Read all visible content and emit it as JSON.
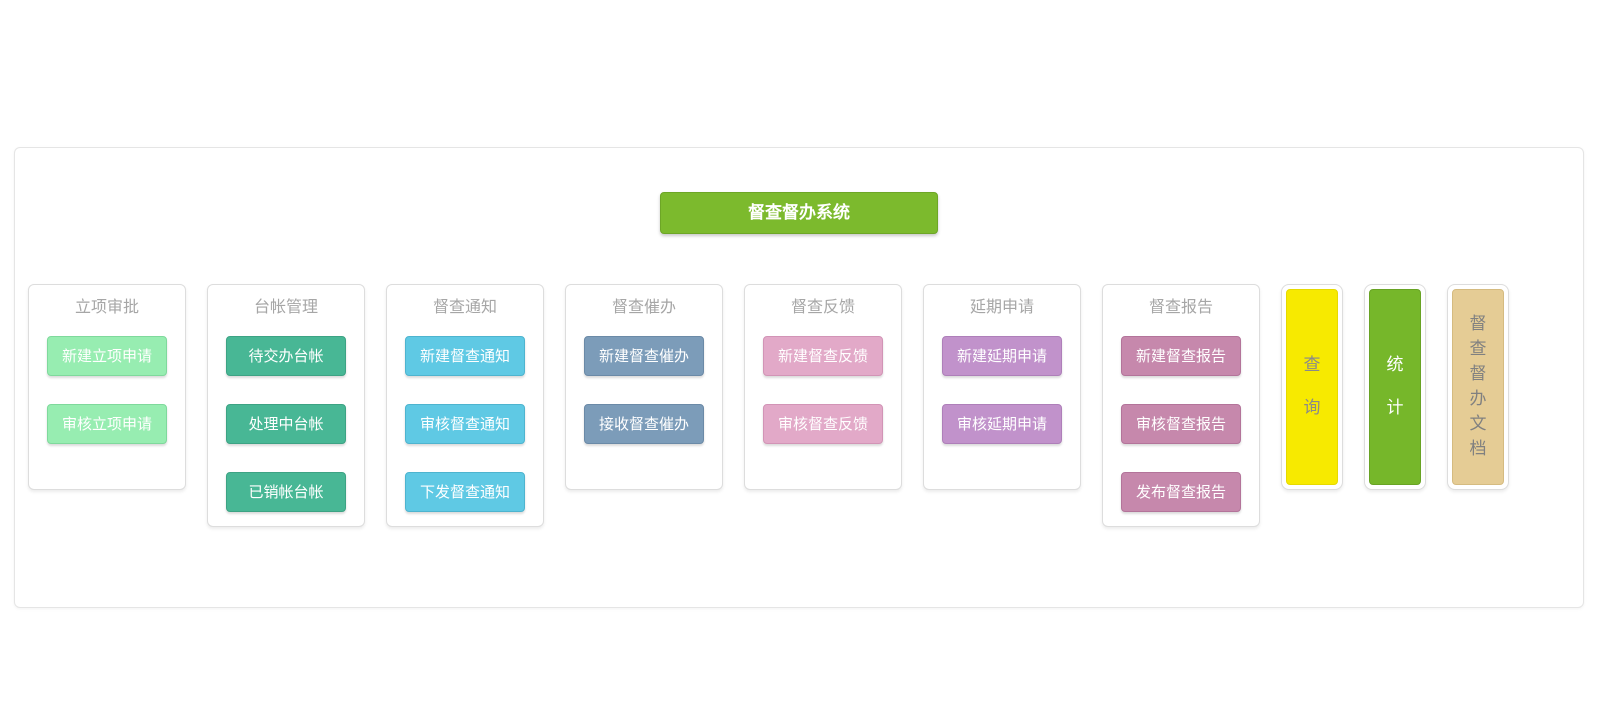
{
  "header": {
    "system_button": "督查督办系统",
    "bg_color": "#7cba2d",
    "border_color": "#6da626",
    "text_color": "#ffffff"
  },
  "columns": [
    {
      "title": "立项审批",
      "button_bg": "#97edb1",
      "button_border": "#7fd99c",
      "button_text_color": "#ffffff",
      "buttons": [
        "新建立项申请",
        "审核立项申请"
      ]
    },
    {
      "title": "台帐管理",
      "button_bg": "#48b795",
      "button_border": "#3da384",
      "button_text_color": "#ffffff",
      "buttons": [
        "待交办台帐",
        "处理中台帐",
        "已销帐台帐"
      ]
    },
    {
      "title": "督查通知",
      "button_bg": "#5fc9e4",
      "button_border": "#4eb4cf",
      "button_text_color": "#ffffff",
      "buttons": [
        "新建督查通知",
        "审核督查通知",
        "下发督查通知"
      ]
    },
    {
      "title": "督查催办",
      "button_bg": "#7c9cb9",
      "button_border": "#6b8aa7",
      "button_text_color": "#ffffff",
      "buttons": [
        "新建督查催办",
        "接收督查催办"
      ]
    },
    {
      "title": "督查反馈",
      "button_bg": "#e2a9c8",
      "button_border": "#d294b6",
      "button_text_color": "#ffffff",
      "buttons": [
        "新建督查反馈",
        "审核督查反馈"
      ]
    },
    {
      "title": "延期申请",
      "button_bg": "#c192cb",
      "button_border": "#ae7fb9",
      "button_text_color": "#ffffff",
      "buttons": [
        "新建延期申请",
        "审核延期申请"
      ]
    },
    {
      "title": "督查报告",
      "button_bg": "#c688ac",
      "button_border": "#b3749a",
      "button_text_color": "#ffffff",
      "buttons": [
        "新建督查报告",
        "审核督查报告",
        "发布督查报告"
      ]
    }
  ],
  "side_buttons": [
    {
      "label": "查询",
      "bg_color": "#f7ea00",
      "border_color": "#e6da00",
      "text_color": "#8a8a8a"
    },
    {
      "label": "统计",
      "bg_color": "#76b72a",
      "border_color": "#68a324",
      "text_color": "#ffffff"
    },
    {
      "label": "督查督办文档",
      "bg_color": "#e5cc95",
      "border_color": "#d5bb80",
      "text_color": "#808080"
    }
  ]
}
